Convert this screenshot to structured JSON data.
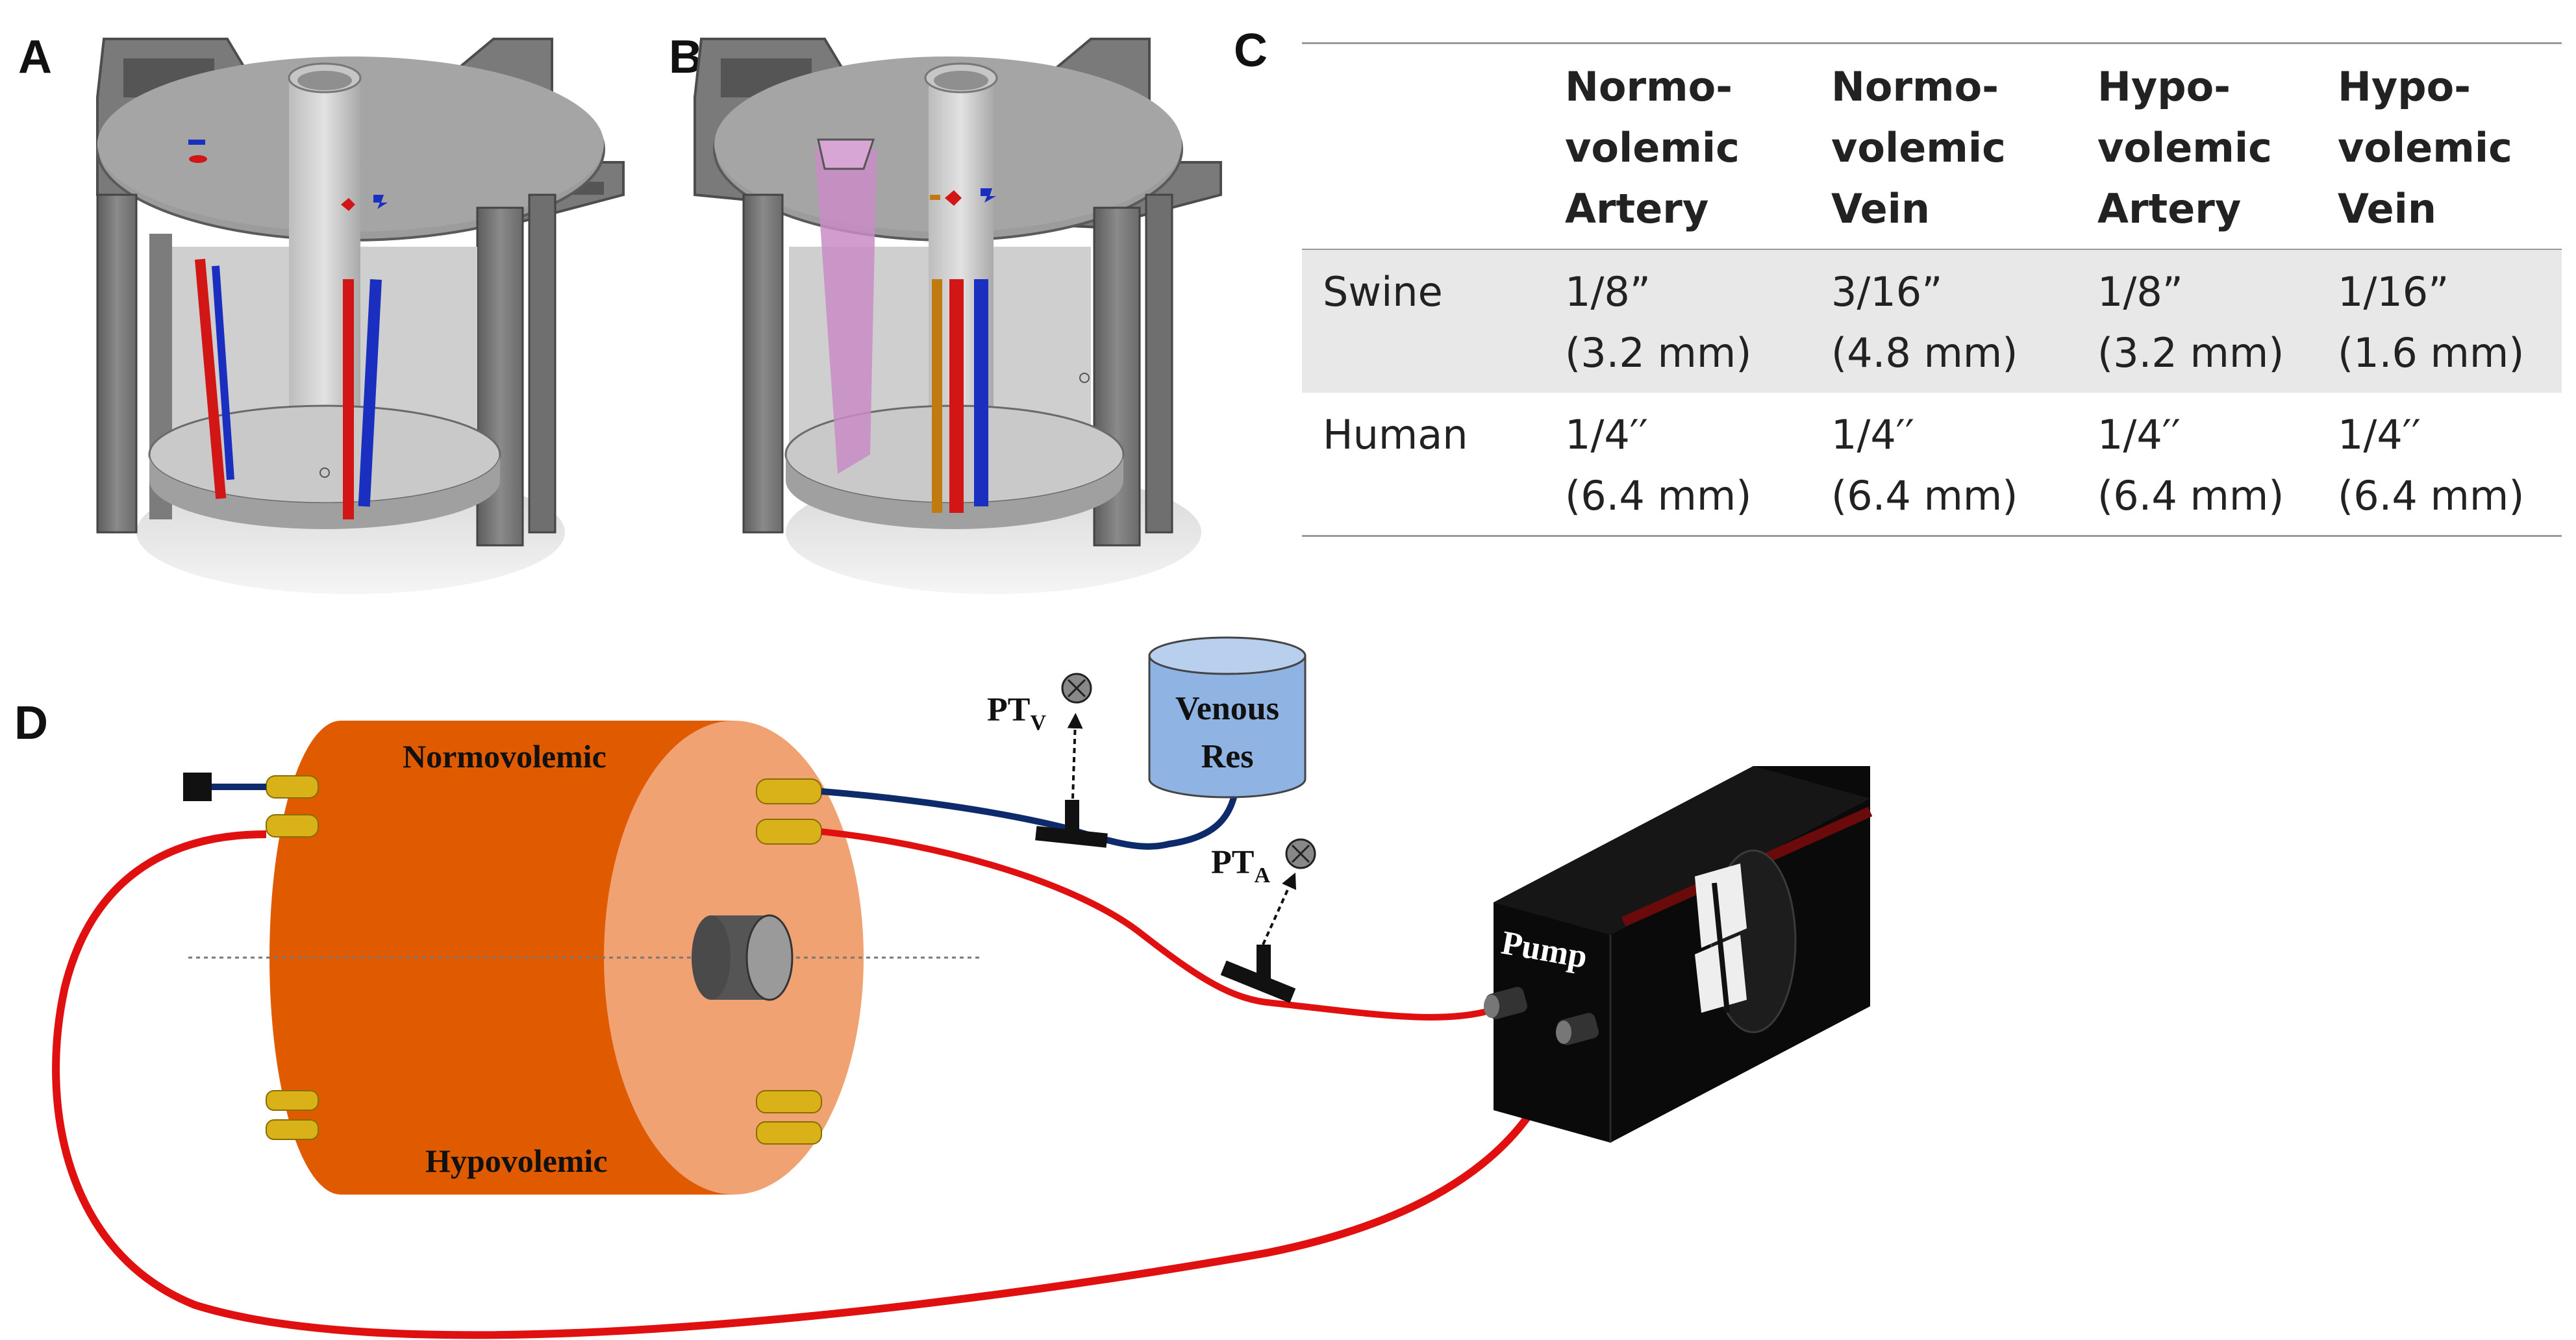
{
  "panels": {
    "a": "A",
    "b": "B",
    "c": "C",
    "d": "D"
  },
  "table": {
    "columns": [
      [
        "Normo-",
        "volemic",
        "Artery"
      ],
      [
        "Normo-",
        "volemic",
        "Vein"
      ],
      [
        "Hypo-",
        "volemic",
        "Artery"
      ],
      [
        "Hypo-",
        "volemic",
        "Vein"
      ]
    ],
    "rows": [
      {
        "label": "Swine",
        "cells": [
          [
            "1/8”",
            "(3.2 mm)"
          ],
          [
            "3/16”",
            "(4.8 mm)"
          ],
          [
            "1/8”",
            "(3.2 mm)"
          ],
          [
            "1/16”",
            "(1.6 mm)"
          ]
        ]
      },
      {
        "label": "Human",
        "cells": [
          [
            "1/4′′",
            "(6.4 mm)"
          ],
          [
            "1/4′′",
            "(6.4 mm)"
          ],
          [
            "1/4′′",
            "(6.4 mm)"
          ],
          [
            "1/4′′",
            "(6.4 mm)"
          ]
        ]
      }
    ]
  },
  "diagram": {
    "normovolemic": "Normovolemic",
    "hypovolemic": "Hypovolemic",
    "venous_res_line1": "Venous",
    "venous_res_line2": "Res",
    "pt_v": "PT",
    "pt_v_sub": "V",
    "pt_a": "PT",
    "pt_a_sub": "A",
    "pump": "Pump"
  },
  "colors": {
    "chamber_body": "#e05a00",
    "chamber_face": "#f0a273",
    "artery": "#e01010",
    "vein": "#0d2a6b",
    "reservoir": "#8fb4e3",
    "port": "#d9b21a",
    "pump": "#0a0a0a",
    "model_gray": "#8a8a8a"
  }
}
